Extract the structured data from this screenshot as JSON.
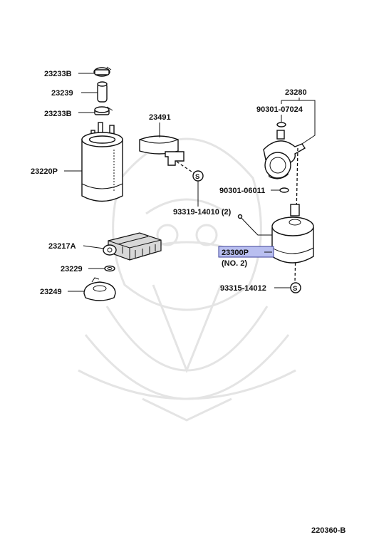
{
  "parts": {
    "p23233b_top": "23233B",
    "p23239": "23239",
    "p23233b_bot": "23233B",
    "p23220p": "23220P",
    "p23491": "23491",
    "p93319": "93319-14010 (2)",
    "p23217a": "23217A",
    "p23229": "23229",
    "p23249": "23249",
    "p23280": "23280",
    "p90301_07024": "90301-07024",
    "p90301_06011": "90301-06011",
    "p23300p": "23300P",
    "p23300p_note": "(NO. 2)",
    "p93315": "93315-14012"
  },
  "diagram_code": "220360-B",
  "symbols": {
    "s_top": "S",
    "s_bottom": "S"
  },
  "colors": {
    "highlight": "#b9bff0",
    "highlight_border": "#3a3f9a",
    "ink": "#111111",
    "watermark": "#e4e4e4"
  }
}
